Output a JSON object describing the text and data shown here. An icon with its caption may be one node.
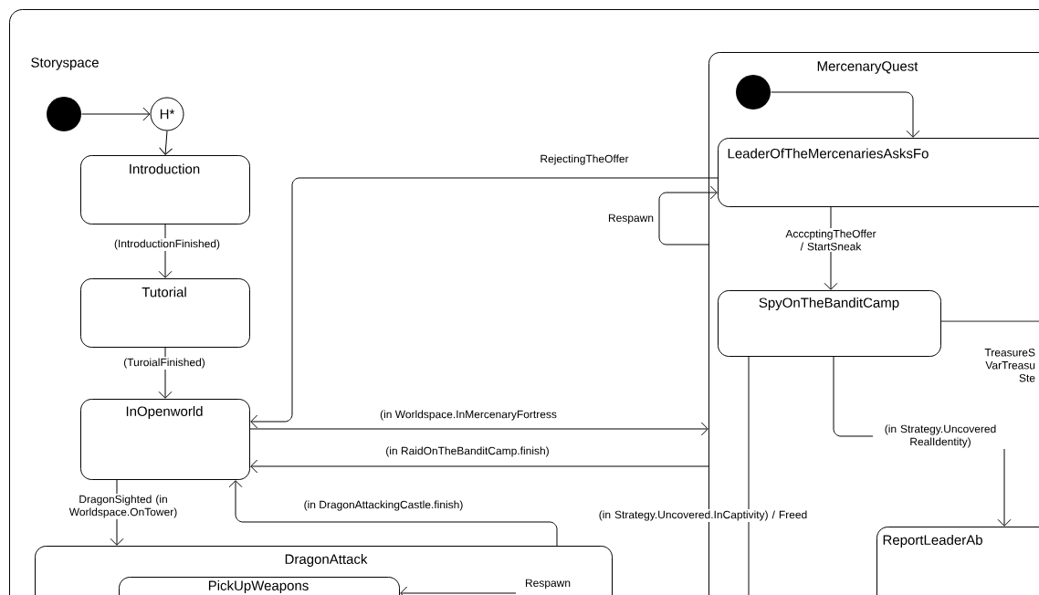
{
  "diagram": {
    "nodes": [
      {
        "text": [
          "Storyspace"
        ]
      },
      {
        "text": [],
        "shape": "circle",
        "in": 0
      },
      {
        "text": [
          "H*"
        ],
        "in": 0
      },
      {
        "text": [
          "Introduction"
        ],
        "in": 0
      },
      {
        "text": [
          "Tutorial"
        ],
        "in": 0
      },
      {
        "text": [
          "InOpenworld"
        ],
        "in": 0
      },
      {
        "text": [
          "DragonAttack"
        ],
        "in": 0
      },
      {
        "text": [
          "PickUpWeapons"
        ],
        "in": 6
      },
      {
        "text": [
          "MercenaryQuest"
        ],
        "in": 0
      },
      {
        "text": [],
        "shape": "circle",
        "in": 8
      },
      {
        "text": [
          "LeaderOfTheMercenariesAsksFo"
        ],
        "in": 8
      },
      {
        "text": [
          "SpyOnTheBanditCamp"
        ],
        "in": 8
      },
      {
        "text": [
          "ReportLeaderAb"
        ],
        "in": 8
      }
    ],
    "edges": [
      {
        "from": 1,
        "to": 2,
        "arrow": "to"
      },
      {
        "from": 2,
        "to": 3,
        "arrow": "to"
      },
      {
        "from": 3,
        "to": 4,
        "arrow": "to",
        "label": "(IntroductionFinished)"
      },
      {
        "from": 4,
        "to": 5,
        "arrow": "to",
        "label": "(TuroialFinished)"
      },
      {
        "from": 10,
        "to": 5,
        "arrow": "to",
        "label": "RejectingTheOffer"
      },
      {
        "from": 8,
        "to": 10,
        "arrow": "to",
        "label": "Respawn"
      },
      {
        "from": 5,
        "to": 8,
        "arrow": "to",
        "label": "(in Worldspace.InMercenaryFortress"
      },
      {
        "from": 8,
        "to": 5,
        "arrow": "to",
        "label": "(in RaidOnTheBanditCamp.finish)"
      },
      {
        "from": 5,
        "to": 6,
        "arrow": "to",
        "label": "DragonSighted (in Worldspace.OnTower)"
      },
      {
        "from": 6,
        "to": 5,
        "arrow": "to",
        "label": "(in DragonAttackingCastle.finish)"
      },
      {
        "from": 9,
        "to": 10,
        "arrow": "to"
      },
      {
        "from": 10,
        "to": 11,
        "arrow": "to",
        "label": "AcccptingTheOffer / StartSneak"
      },
      {
        "from": 11,
        "to": null,
        "arrow": "none",
        "label": "TreasureS VarTreasu Ste"
      },
      {
        "from": 11,
        "to": 12,
        "arrow": "to",
        "label": "(in Strategy.Uncovered RealIdentity)"
      },
      {
        "from": 11,
        "to": null,
        "arrow": "none",
        "label": "(in Strategy.Uncovered.InCaptivity) / Freed"
      },
      {
        "from": null,
        "to": 7,
        "arrow": "to",
        "label": "Respawn"
      }
    ]
  }
}
